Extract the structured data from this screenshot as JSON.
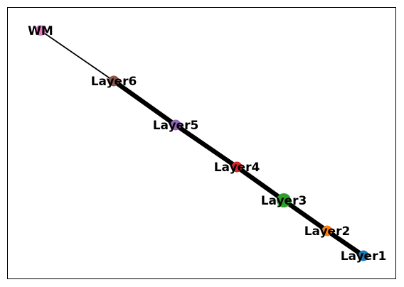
{
  "nodes": [
    {
      "id": "WM",
      "label": "WM",
      "color": "#e377c2"
    },
    {
      "id": "Layer6",
      "label": "Layer6",
      "color": "#8c564b"
    },
    {
      "id": "Layer5",
      "label": "Layer5",
      "color": "#9467bd"
    },
    {
      "id": "Layer4",
      "label": "Layer4",
      "color": "#d62728"
    },
    {
      "id": "Layer3",
      "label": "Layer3",
      "color": "#2ca02c"
    },
    {
      "id": "Layer2",
      "label": "Layer2",
      "color": "#ff7f0e"
    },
    {
      "id": "Layer1",
      "label": "Layer1",
      "color": "#1f77b4"
    }
  ],
  "edges": [
    {
      "source": "WM",
      "target": "Layer6",
      "weight": "thin"
    },
    {
      "source": "Layer6",
      "target": "Layer5",
      "weight": "thick"
    },
    {
      "source": "Layer5",
      "target": "Layer4",
      "weight": "thick"
    },
    {
      "source": "Layer4",
      "target": "Layer3",
      "weight": "thick"
    },
    {
      "source": "Layer3",
      "target": "Layer2",
      "weight": "thick"
    },
    {
      "source": "Layer2",
      "target": "Layer1",
      "weight": "thick"
    }
  ]
}
